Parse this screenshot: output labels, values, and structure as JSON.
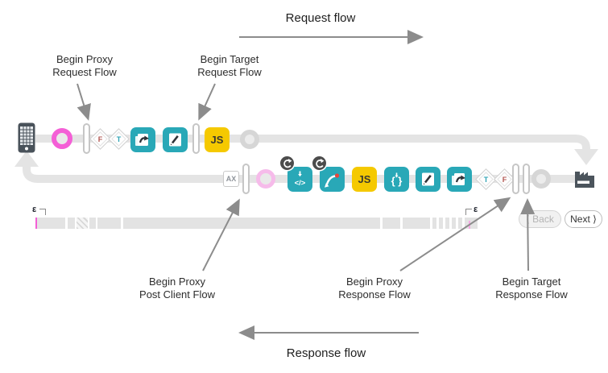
{
  "titles": {
    "request": "Request flow",
    "response": "Response flow"
  },
  "callouts": {
    "proxy_request": "Begin Proxy\nRequest Flow",
    "target_request": "Begin Target\nRequest Flow",
    "post_client": "Begin Proxy\nPost Client Flow",
    "proxy_response": "Begin Proxy\nResponse Flow",
    "target_response": "Begin Target\nResponse Flow"
  },
  "request_row": {
    "diamond_false": "F",
    "diamond_true": "T",
    "js": "JS"
  },
  "response_row": {
    "analytics": "AX",
    "code": "</>",
    "js": "JS",
    "braces": "{ }",
    "diamond_true": "T",
    "diamond_false": "F"
  },
  "timeline": {
    "epsilon_left": "ε",
    "epsilon_right": "ε"
  },
  "pager": {
    "back": "⟨ Back",
    "next": "Next ⟩"
  },
  "colors": {
    "teal": "#29a8b7",
    "yellow": "#f5c900",
    "magenta": "#f45fd6",
    "pink_light": "#f6bbea",
    "flow_gray": "#e4e4e4",
    "slate": "#4b545c",
    "arrow_gray": "#8c8c8c",
    "fault_red": "#e8453c"
  }
}
